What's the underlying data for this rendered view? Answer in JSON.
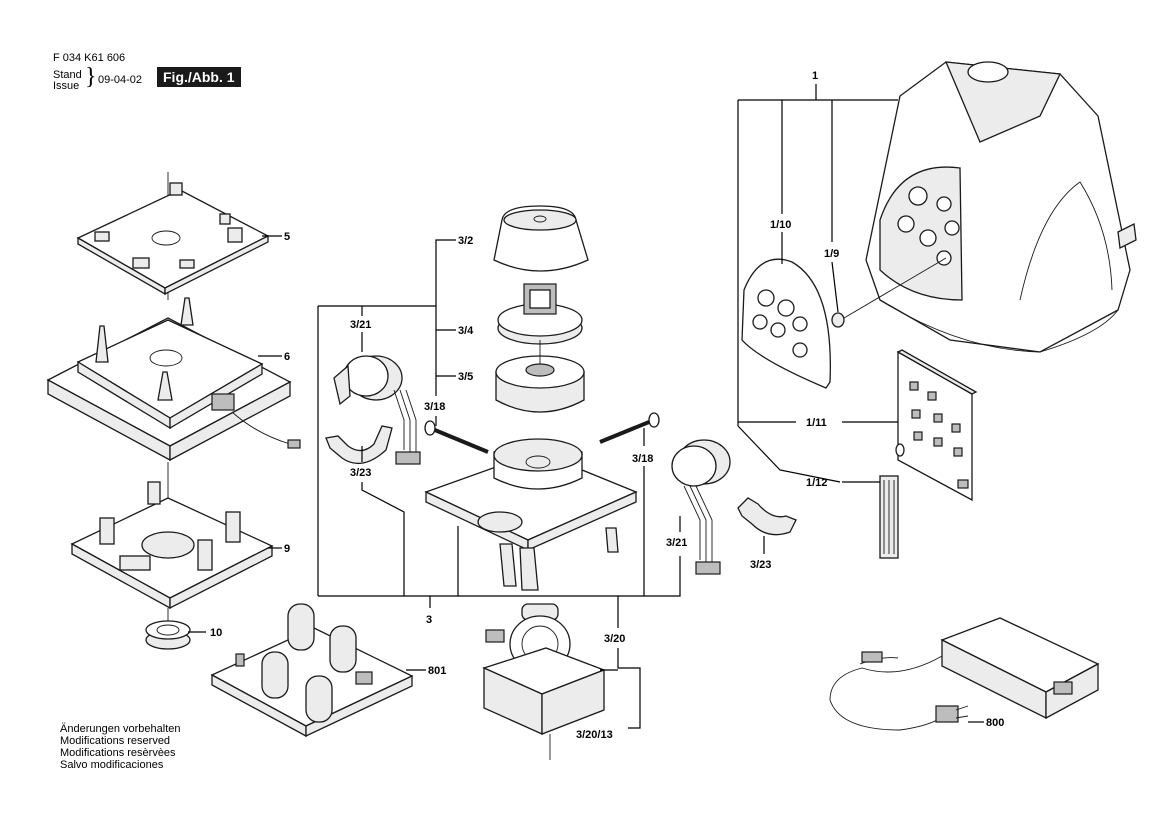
{
  "header": {
    "part_number": "F 034 K61 606",
    "stand_label": "Stand",
    "issue_label": "Issue",
    "brace": "}",
    "date": "09-04-02",
    "figure_badge": "Fig./Abb. 1"
  },
  "footer_notes": [
    "Änderungen vorbehalten",
    "Modifications reserved",
    "Modifications resèrvèes",
    "Salvo modificaciones"
  ],
  "callouts": {
    "c1": "1",
    "c1_10": "1/10",
    "c1_9": "1/9",
    "c1_11": "1/11",
    "c1_12": "1/12",
    "c5": "5",
    "c6": "6",
    "c9": "9",
    "c10": "10",
    "c801": "801",
    "c3_2": "3/2",
    "c3_4": "3/4",
    "c3_5": "3/5",
    "c3_21a": "3/21",
    "c3_18a": "3/18",
    "c3_23a": "3/23",
    "c3_18b": "3/18",
    "c3_21b": "3/21",
    "c3_23b": "3/23",
    "c3": "3",
    "c3_20": "3/20",
    "c3_20_13": "3/20/13",
    "c800": "800"
  }
}
